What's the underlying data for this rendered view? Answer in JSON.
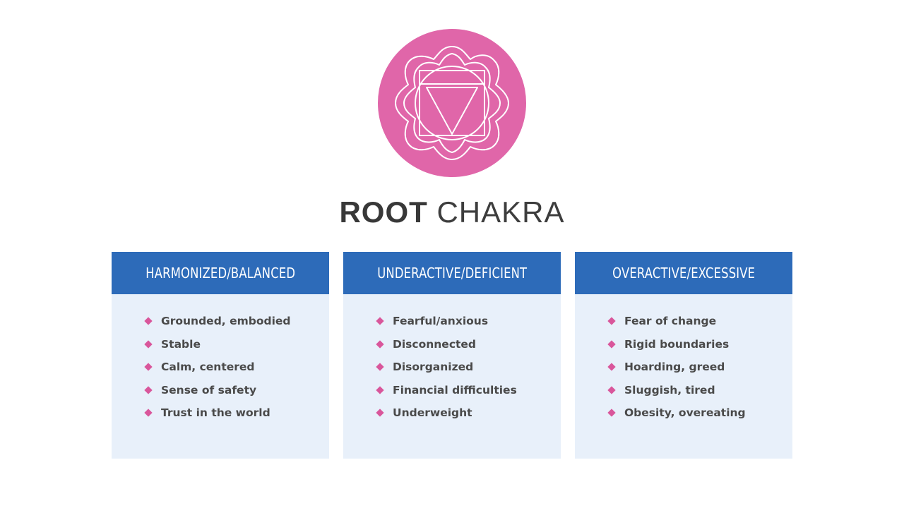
{
  "title": {
    "bold": "ROOT",
    "light": "CHAKRA"
  },
  "colors": {
    "symbol": "#e066a9",
    "header": "#2d6bb9",
    "card_body": "#e8f0fa",
    "bullet": "#d9569b"
  },
  "cards": [
    {
      "header": "HARMONIZED/BALANCED",
      "items": [
        "Grounded, embodied",
        "Stable",
        "Calm, centered",
        "Sense of safety",
        "Trust in the world"
      ]
    },
    {
      "header": "UNDERACTIVE/DEFICIENT",
      "items": [
        "Fearful/anxious",
        "Disconnected",
        "Disorganized",
        "Financial difficulties",
        "Underweight"
      ]
    },
    {
      "header": "OVERACTIVE/EXCESSIVE",
      "items": [
        "Fear of change",
        "Rigid boundaries",
        "Hoarding, greed",
        "Sluggish, tired",
        "Obesity, overeating"
      ]
    }
  ]
}
